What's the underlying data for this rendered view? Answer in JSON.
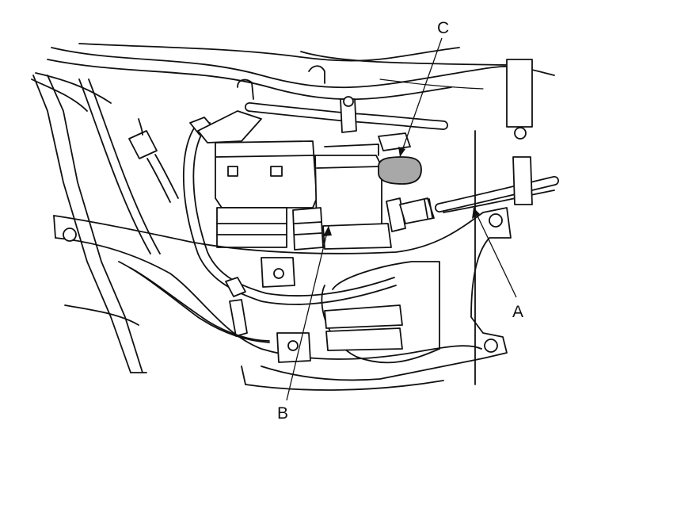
{
  "callouts": {
    "a": "A",
    "b": "B",
    "c": "C"
  },
  "colors": {
    "ink": "#111111",
    "paper": "#ffffff",
    "highlight": "#a8a8a8"
  }
}
